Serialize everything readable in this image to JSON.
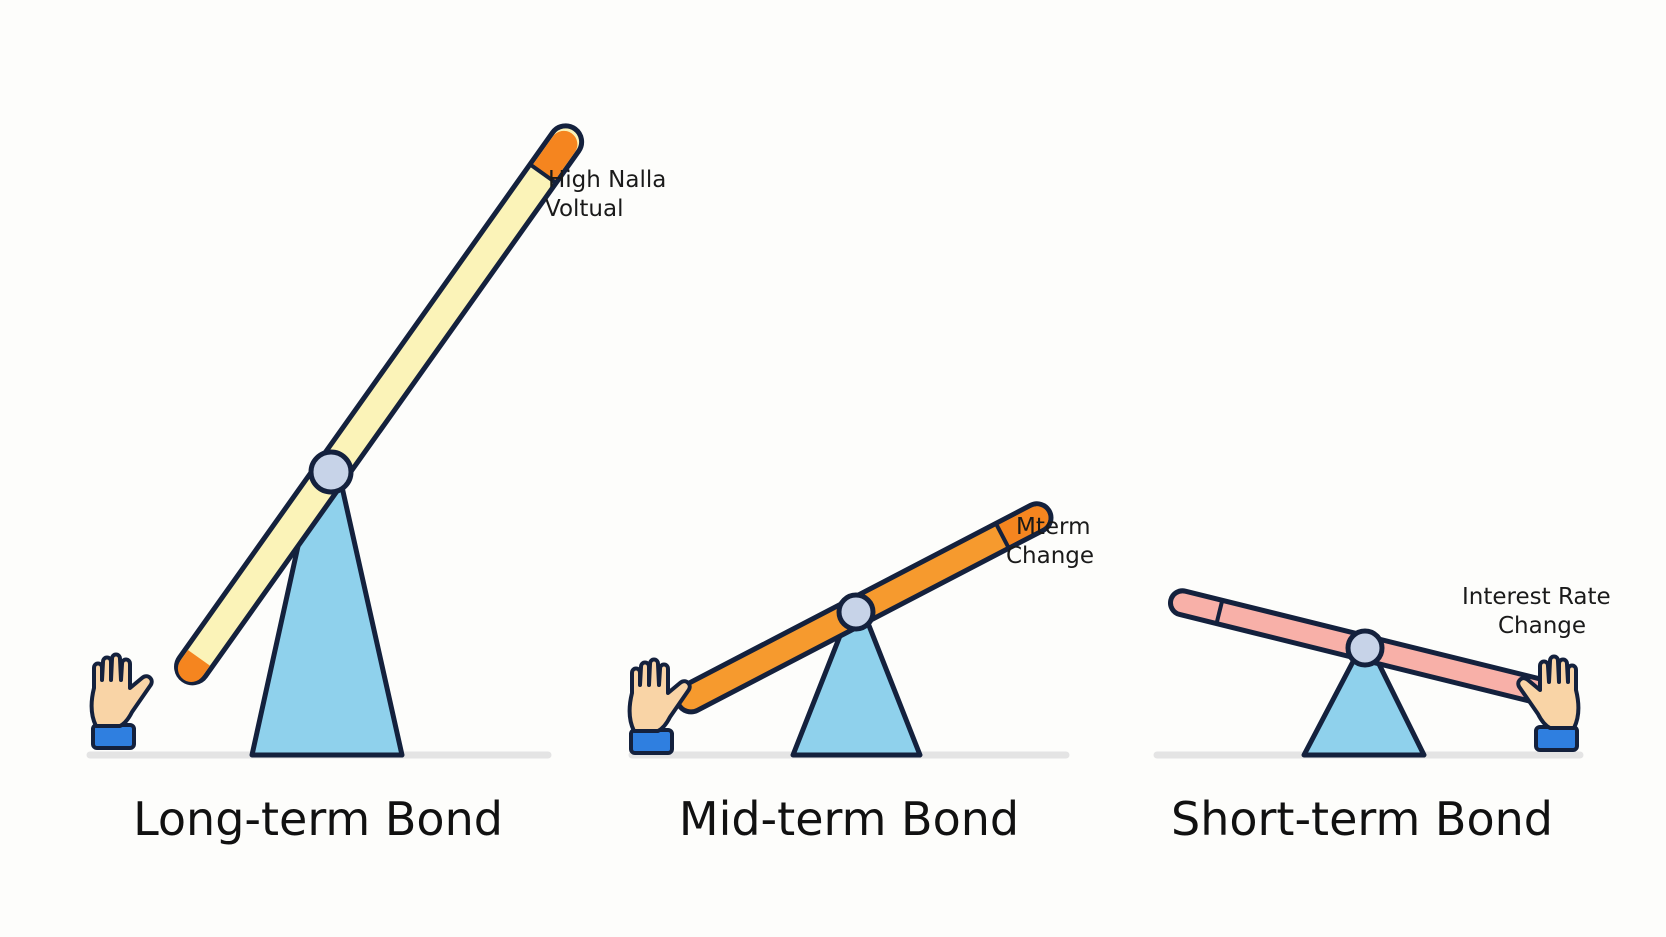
{
  "colors": {
    "outline": "#14213d",
    "fulcrum_fill": "#8fd1ec",
    "pivot_fill": "#c7d3e8",
    "ground": "#e4e4e4",
    "skin": "#f9d4a6",
    "cuff": "#2f7fe0"
  },
  "panels": [
    {
      "caption": "Long-term Bond",
      "annotation": [
        "High Nalla",
        "Voltual"
      ],
      "beam_fill": "#fbf3b8",
      "beam_end_fill": "#f5851f"
    },
    {
      "caption": "Mid-term Bond",
      "annotation": [
        "Mterm",
        "Change"
      ],
      "beam_fill": "#f69a2e",
      "beam_end_fill": "#f5851f"
    },
    {
      "caption": "Short-term Bond",
      "annotation": [
        "Interest Rate",
        "Change"
      ],
      "beam_fill": "#f8b0a8",
      "beam_end_fill": "#f8b0a8"
    }
  ]
}
